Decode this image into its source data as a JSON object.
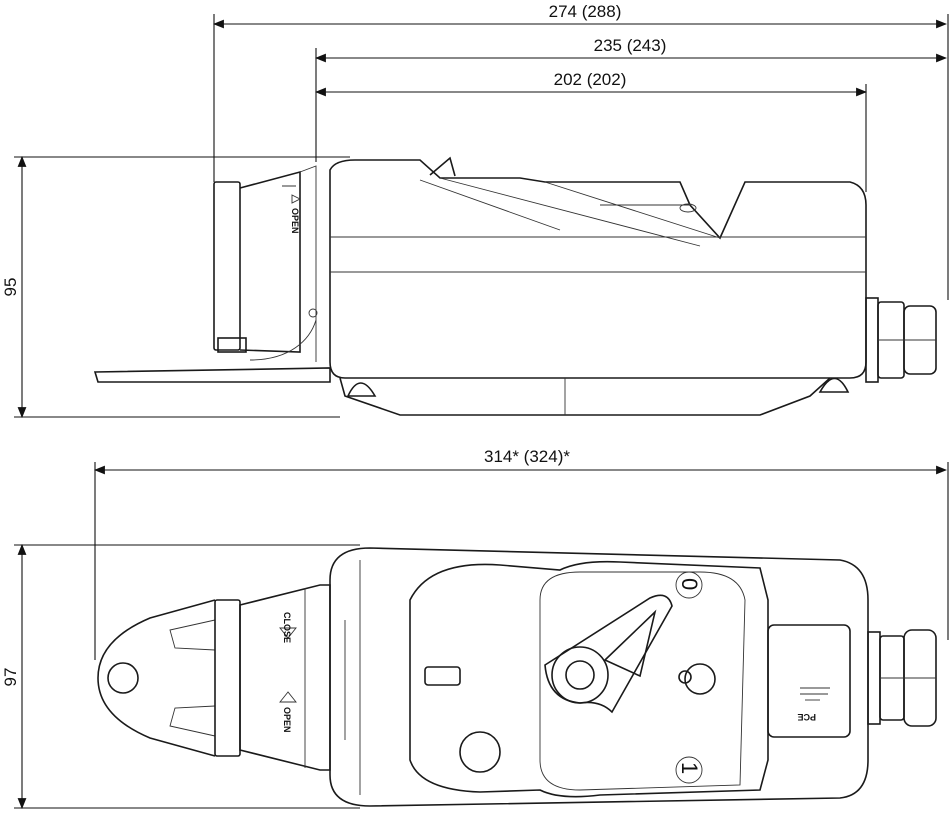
{
  "top_view": {
    "dim_overall": "274 (288)",
    "dim_body_with_gland": "235 (243)",
    "dim_body": "202 (202)",
    "dim_height": "95",
    "socket_label": "OPEN"
  },
  "bottom_view": {
    "dim_overall_length": "314* (324)*",
    "dim_width": "97",
    "socket_close_label": "CLOSE",
    "socket_open_label": "OPEN",
    "switch_pos_off": "0",
    "switch_pos_on": "1",
    "logo": "PCE"
  }
}
